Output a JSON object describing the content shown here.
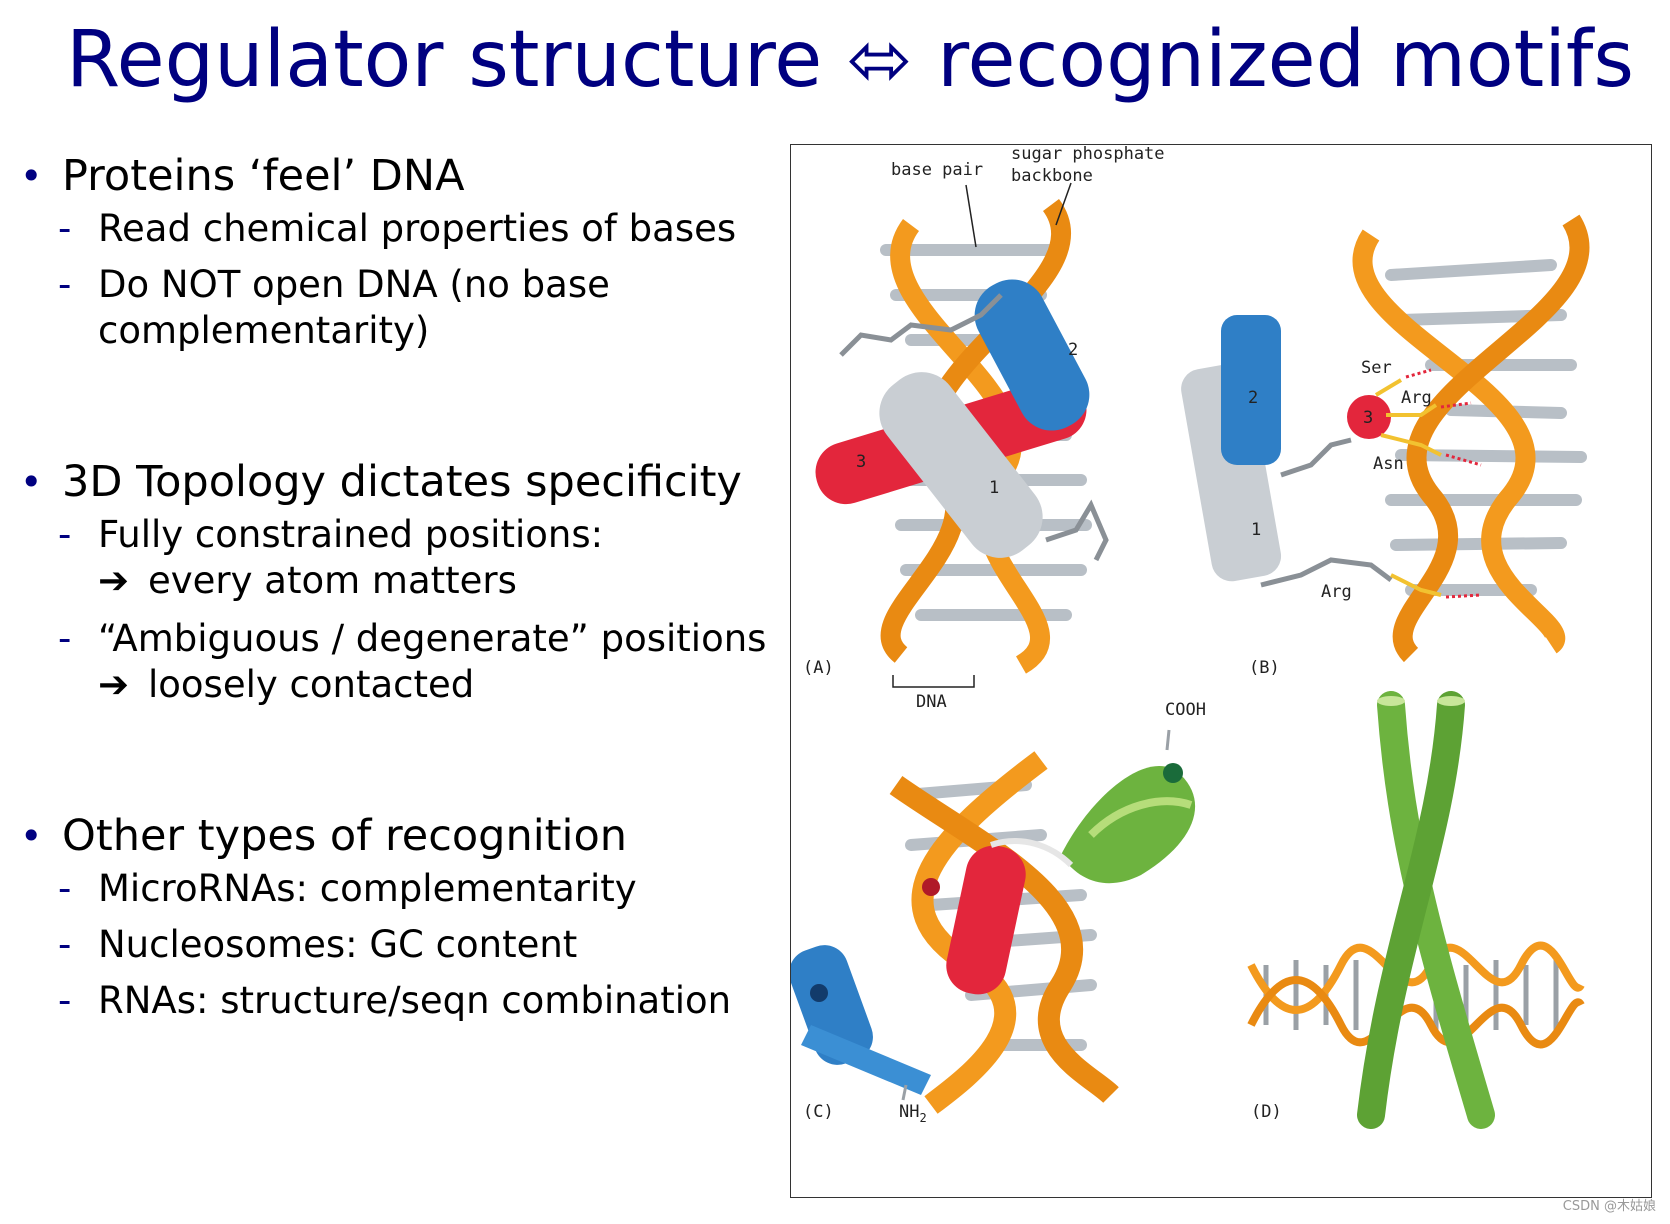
{
  "title": "Regulator structure ⬄ recognized motifs",
  "sections": [
    {
      "heading": "Proteins ‘feel’ DNA",
      "items": [
        {
          "line1": "Read chemical properties of bases"
        },
        {
          "line1": "Do NOT open DNA (no base",
          "line2": "complementarity)"
        }
      ]
    },
    {
      "heading": "3D Topology dictates specificity",
      "items": [
        {
          "line1": "Fully constrained positions:",
          "line2": "every atom matters"
        },
        {
          "line1": "“Ambiguous / degenerate” positions",
          "line2": "loosely contacted"
        }
      ]
    },
    {
      "heading": "Other types of recognition",
      "items": [
        {
          "line1": "MicroRNAs: complementarity"
        },
        {
          "line1": "Nucleosomes: GC content"
        },
        {
          "line1": "RNAs: structure/seqn combination"
        }
      ]
    }
  ],
  "figure": {
    "labels": {
      "base_pair": "base pair",
      "sugar_phosphate_1": "sugar phosphate",
      "sugar_phosphate_2": "backbone",
      "panel_a": "(A)",
      "panel_b": "(B)",
      "panel_c": "(C)",
      "panel_d": "(D)",
      "dna": "DNA",
      "cooh": "COOH",
      "nh2": "NH",
      "nh2_sub": "2",
      "helix_1": "1",
      "helix_2": "2",
      "helix_3": "3",
      "ser": "Ser",
      "arg_top": "Arg",
      "asn": "Asn",
      "arg_bottom": "Arg"
    },
    "colors": {
      "dna_strand": "#f39a1e",
      "base_pair": "#b8bfc6",
      "helix_red": "#e3263c",
      "helix_blue": "#2f7fc6",
      "helix_grey": "#c9ced3",
      "helix_green": "#6db33f",
      "title_blue": "#000080"
    }
  },
  "watermark": "CSDN @木姑娘"
}
